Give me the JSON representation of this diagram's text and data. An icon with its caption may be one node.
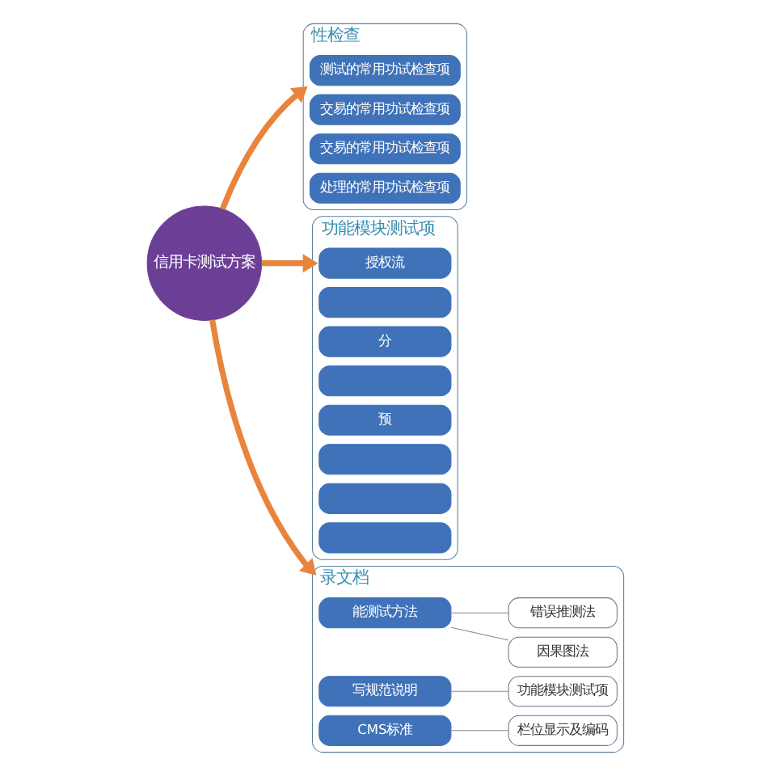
{
  "diagram": {
    "nodes": [
      {
        "text": [
          "性检查"
        ]
      },
      {
        "text": [
          "测试的常用功试检查项"
        ],
        "in": 0
      },
      {
        "text": [
          "交易的常用功试检查项"
        ],
        "in": 0
      },
      {
        "text": [
          "交易的常用功试检查项"
        ],
        "in": 0
      },
      {
        "text": [
          "处理的常用功试检查项"
        ],
        "in": 0
      },
      {
        "text": [
          "信用卡测试方案"
        ]
      },
      {
        "text": [
          "功能模块测试项"
        ]
      },
      {
        "text": [
          "授权流"
        ],
        "in": 6
      },
      {
        "text": [],
        "shape": "box",
        "in": 6
      },
      {
        "text": [
          "分"
        ],
        "in": 6
      },
      {
        "text": [],
        "shape": "box",
        "in": 6
      },
      {
        "text": [
          "预"
        ],
        "in": 6
      },
      {
        "text": [],
        "shape": "box",
        "in": 6
      },
      {
        "text": [],
        "shape": "box",
        "in": 6
      },
      {
        "text": [],
        "shape": "box",
        "in": 6
      },
      {
        "text": [
          "录文档"
        ]
      },
      {
        "text": [
          "能测试方法"
        ],
        "in": 15
      },
      {
        "text": [
          "因果图法"
        ],
        "in": 15
      },
      {
        "text": [
          "错误推测法"
        ],
        "in": 15
      },
      {
        "text": [
          "写规范说明"
        ],
        "in": 15
      },
      {
        "text": [
          "功能模块测试项"
        ],
        "in": 15
      },
      {
        "text": [
          "CMS标准"
        ],
        "in": 15
      },
      {
        "text": [
          "栏位显示及编码"
        ],
        "in": 15
      }
    ],
    "edges": [
      {
        "from": 5,
        "to": 0,
        "arrow": "to",
        "style": "thick",
        "color": "#e8843c"
      },
      {
        "from": 5,
        "to": 6,
        "arrow": "to",
        "style": "thick",
        "color": "#e8843c"
      },
      {
        "from": 5,
        "to": 15,
        "arrow": "to",
        "style": "thick",
        "color": "#e8843c"
      },
      {
        "from": 16,
        "to": 17,
        "arrow": "none"
      },
      {
        "from": 16,
        "to": 18,
        "arrow": "none"
      },
      {
        "from": 19,
        "to": 20,
        "arrow": "none"
      },
      {
        "from": 21,
        "to": 22,
        "arrow": "none"
      }
    ]
  }
}
